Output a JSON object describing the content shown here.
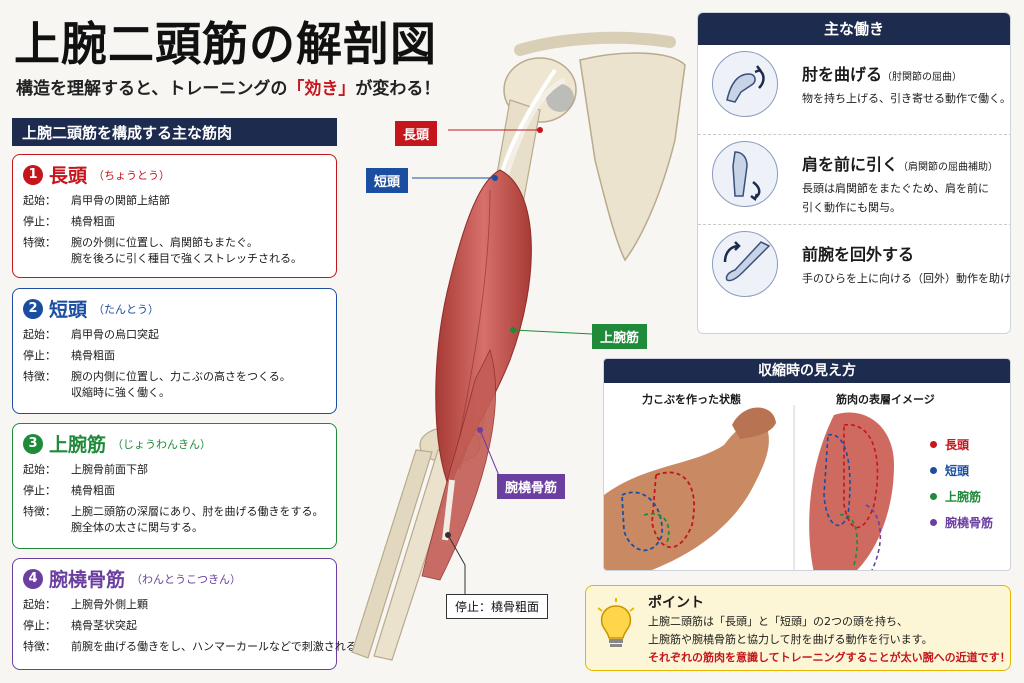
{
  "title": "上腕二頭筋の解剖図",
  "subtitle": {
    "before": "構造を理解すると、トレーニングの",
    "highlight": "「効き」",
    "after": "が変わる！"
  },
  "left_header": "上腕二頭筋を構成する主な筋肉",
  "labels": {
    "origin": "起始：",
    "insertion": "停止：",
    "feature": "特徴："
  },
  "muscles": [
    {
      "num": "1",
      "name": "長頭",
      "reading": "（ちょうとう）",
      "origin": "肩甲骨の関節上結節",
      "insertion": "橈骨粗面",
      "feature_1": "腕の外側に位置し、肩関節もまたぐ。",
      "feature_2": "腕を後ろに引く種目で強くストレッチされる。"
    },
    {
      "num": "2",
      "name": "短頭",
      "reading": "（たんとう）",
      "origin": "肩甲骨の烏口突起",
      "insertion": "橈骨粗面",
      "feature_1": "腕の内側に位置し、力こぶの高さをつくる。",
      "feature_2": "収縮時に強く働く。"
    },
    {
      "num": "3",
      "name": "上腕筋",
      "reading": "（じょうわんきん）",
      "origin": "上腕骨前面下部",
      "insertion": "橈骨粗面",
      "feature_1": "上腕二頭筋の深層にあり、肘を曲げる働きをする。",
      "feature_2": "腕全体の太さに関与する。"
    },
    {
      "num": "4",
      "name": "腕橈骨筋",
      "reading": "（わんとうこつきん）",
      "origin": "上腕骨外側上顆",
      "insertion": "橈骨茎状突起",
      "feature_1": "前腕を曲げる働きをし、ハンマーカールなどで刺激される。",
      "feature_2": ""
    }
  ],
  "anatomy_labels": {
    "long_head": "長頭",
    "short_head": "短頭",
    "brachialis": "上腕筋",
    "brachioradialis": "腕橈骨筋",
    "insertion": "停止：橈骨粗面"
  },
  "functions": {
    "header": "主な働き",
    "items": [
      {
        "title": "肘を曲げる",
        "note": "（肘関節の屈曲）",
        "desc_1": "物を持ち上げる、引き寄せる動作で働く。",
        "desc_2": "",
        "icon": "flexed-arm-icon"
      },
      {
        "title": "肩を前に引く",
        "note": "（肩関節の屈曲補助）",
        "desc_1": "長頭は肩関節をまたぐため、肩を前に",
        "desc_2": "引く動作にも関与。",
        "icon": "shoulder-flexion-icon"
      },
      {
        "title": "前腕を回外する",
        "note": "",
        "desc_1": "手のひらを上に向ける（回外）動作を助ける。",
        "desc_2": "",
        "icon": "forearm-supination-icon"
      }
    ]
  },
  "contraction": {
    "header": "収縮時の見え方",
    "left_label": "力こぶを作った状態",
    "right_label": "筋肉の表層イメージ",
    "legend": [
      {
        "name": "長頭",
        "color": "#c4161c"
      },
      {
        "name": "短頭",
        "color": "#1b4ea1"
      },
      {
        "name": "上腕筋",
        "color": "#1f8a3a"
      },
      {
        "name": "腕橈骨筋",
        "color": "#6b3fa0"
      }
    ]
  },
  "point": {
    "title": "ポイント",
    "line_1": "上腕二頭筋は「長頭」と「短頭」の2つの頭を持ち、",
    "line_2": "上腕筋や腕橈骨筋と協力して肘を曲げる動作を行います。",
    "line_3": "それぞれの筋肉を意識してトレーニングすることが太い腕への近道です！"
  },
  "colors": {
    "navy": "#1d2b4f",
    "red": "#c4161c",
    "blue": "#1b4ea1",
    "green": "#1f8a3a",
    "purple": "#6b3fa0",
    "muscle": "#c9544f"
  }
}
